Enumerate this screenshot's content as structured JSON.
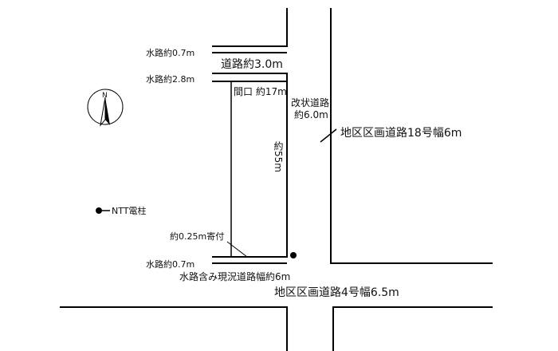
{
  "labels": {
    "waterway_top": "水路約0.7m",
    "road_top": "道路約3.0m",
    "waterway_mid": "水路約2.8m",
    "frontage": "間口 約17m",
    "improved_road": "改状道路",
    "improved_road_width": "約6.0m",
    "district_road_18": "地区区画道路18号幅6m",
    "depth": "約55m",
    "ntt_pole": "NTT電柱",
    "setback": "約0.25m寄付",
    "waterway_bottom": "水路約0.7m",
    "current_road_width": "水路含み現況道路幅約6m",
    "district_road_4": "地区区画道路4号幅6.5m",
    "north": "N"
  }
}
